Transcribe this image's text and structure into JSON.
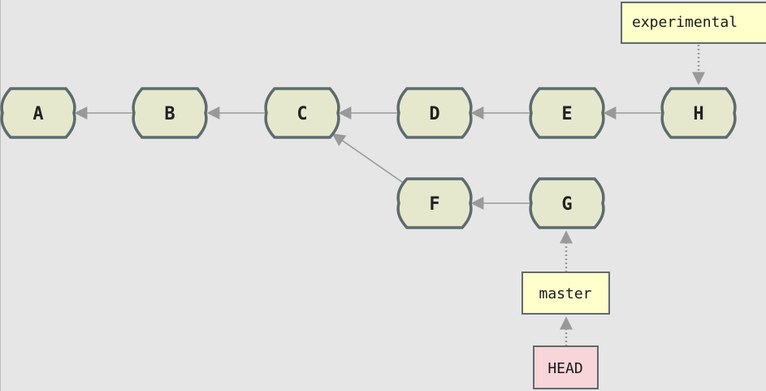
{
  "diagram": {
    "commits": [
      {
        "id": "A",
        "label": "A"
      },
      {
        "id": "B",
        "label": "B"
      },
      {
        "id": "C",
        "label": "C"
      },
      {
        "id": "D",
        "label": "D"
      },
      {
        "id": "E",
        "label": "E"
      },
      {
        "id": "H",
        "label": "H"
      },
      {
        "id": "F",
        "label": "F"
      },
      {
        "id": "G",
        "label": "G"
      }
    ],
    "parent_links": [
      {
        "from": "B",
        "to": "A"
      },
      {
        "from": "C",
        "to": "B"
      },
      {
        "from": "D",
        "to": "C"
      },
      {
        "from": "E",
        "to": "D"
      },
      {
        "from": "H",
        "to": "E"
      },
      {
        "from": "F",
        "to": "C"
      },
      {
        "from": "G",
        "to": "F"
      }
    ],
    "refs": {
      "experimental": {
        "label": "experimental",
        "points_to": "H"
      },
      "master": {
        "label": "master",
        "points_to": "G"
      },
      "head": {
        "label": "HEAD",
        "points_to": "master"
      }
    },
    "colors": {
      "background": "#e6e6e6",
      "commit_fill": "#e5e8cc",
      "commit_stroke": "#5d6b6e",
      "branch_fill": "#ffffcc",
      "head_fill": "#f7d5d8",
      "ref_stroke": "#5d6b6e",
      "arrow": "#999999"
    }
  }
}
